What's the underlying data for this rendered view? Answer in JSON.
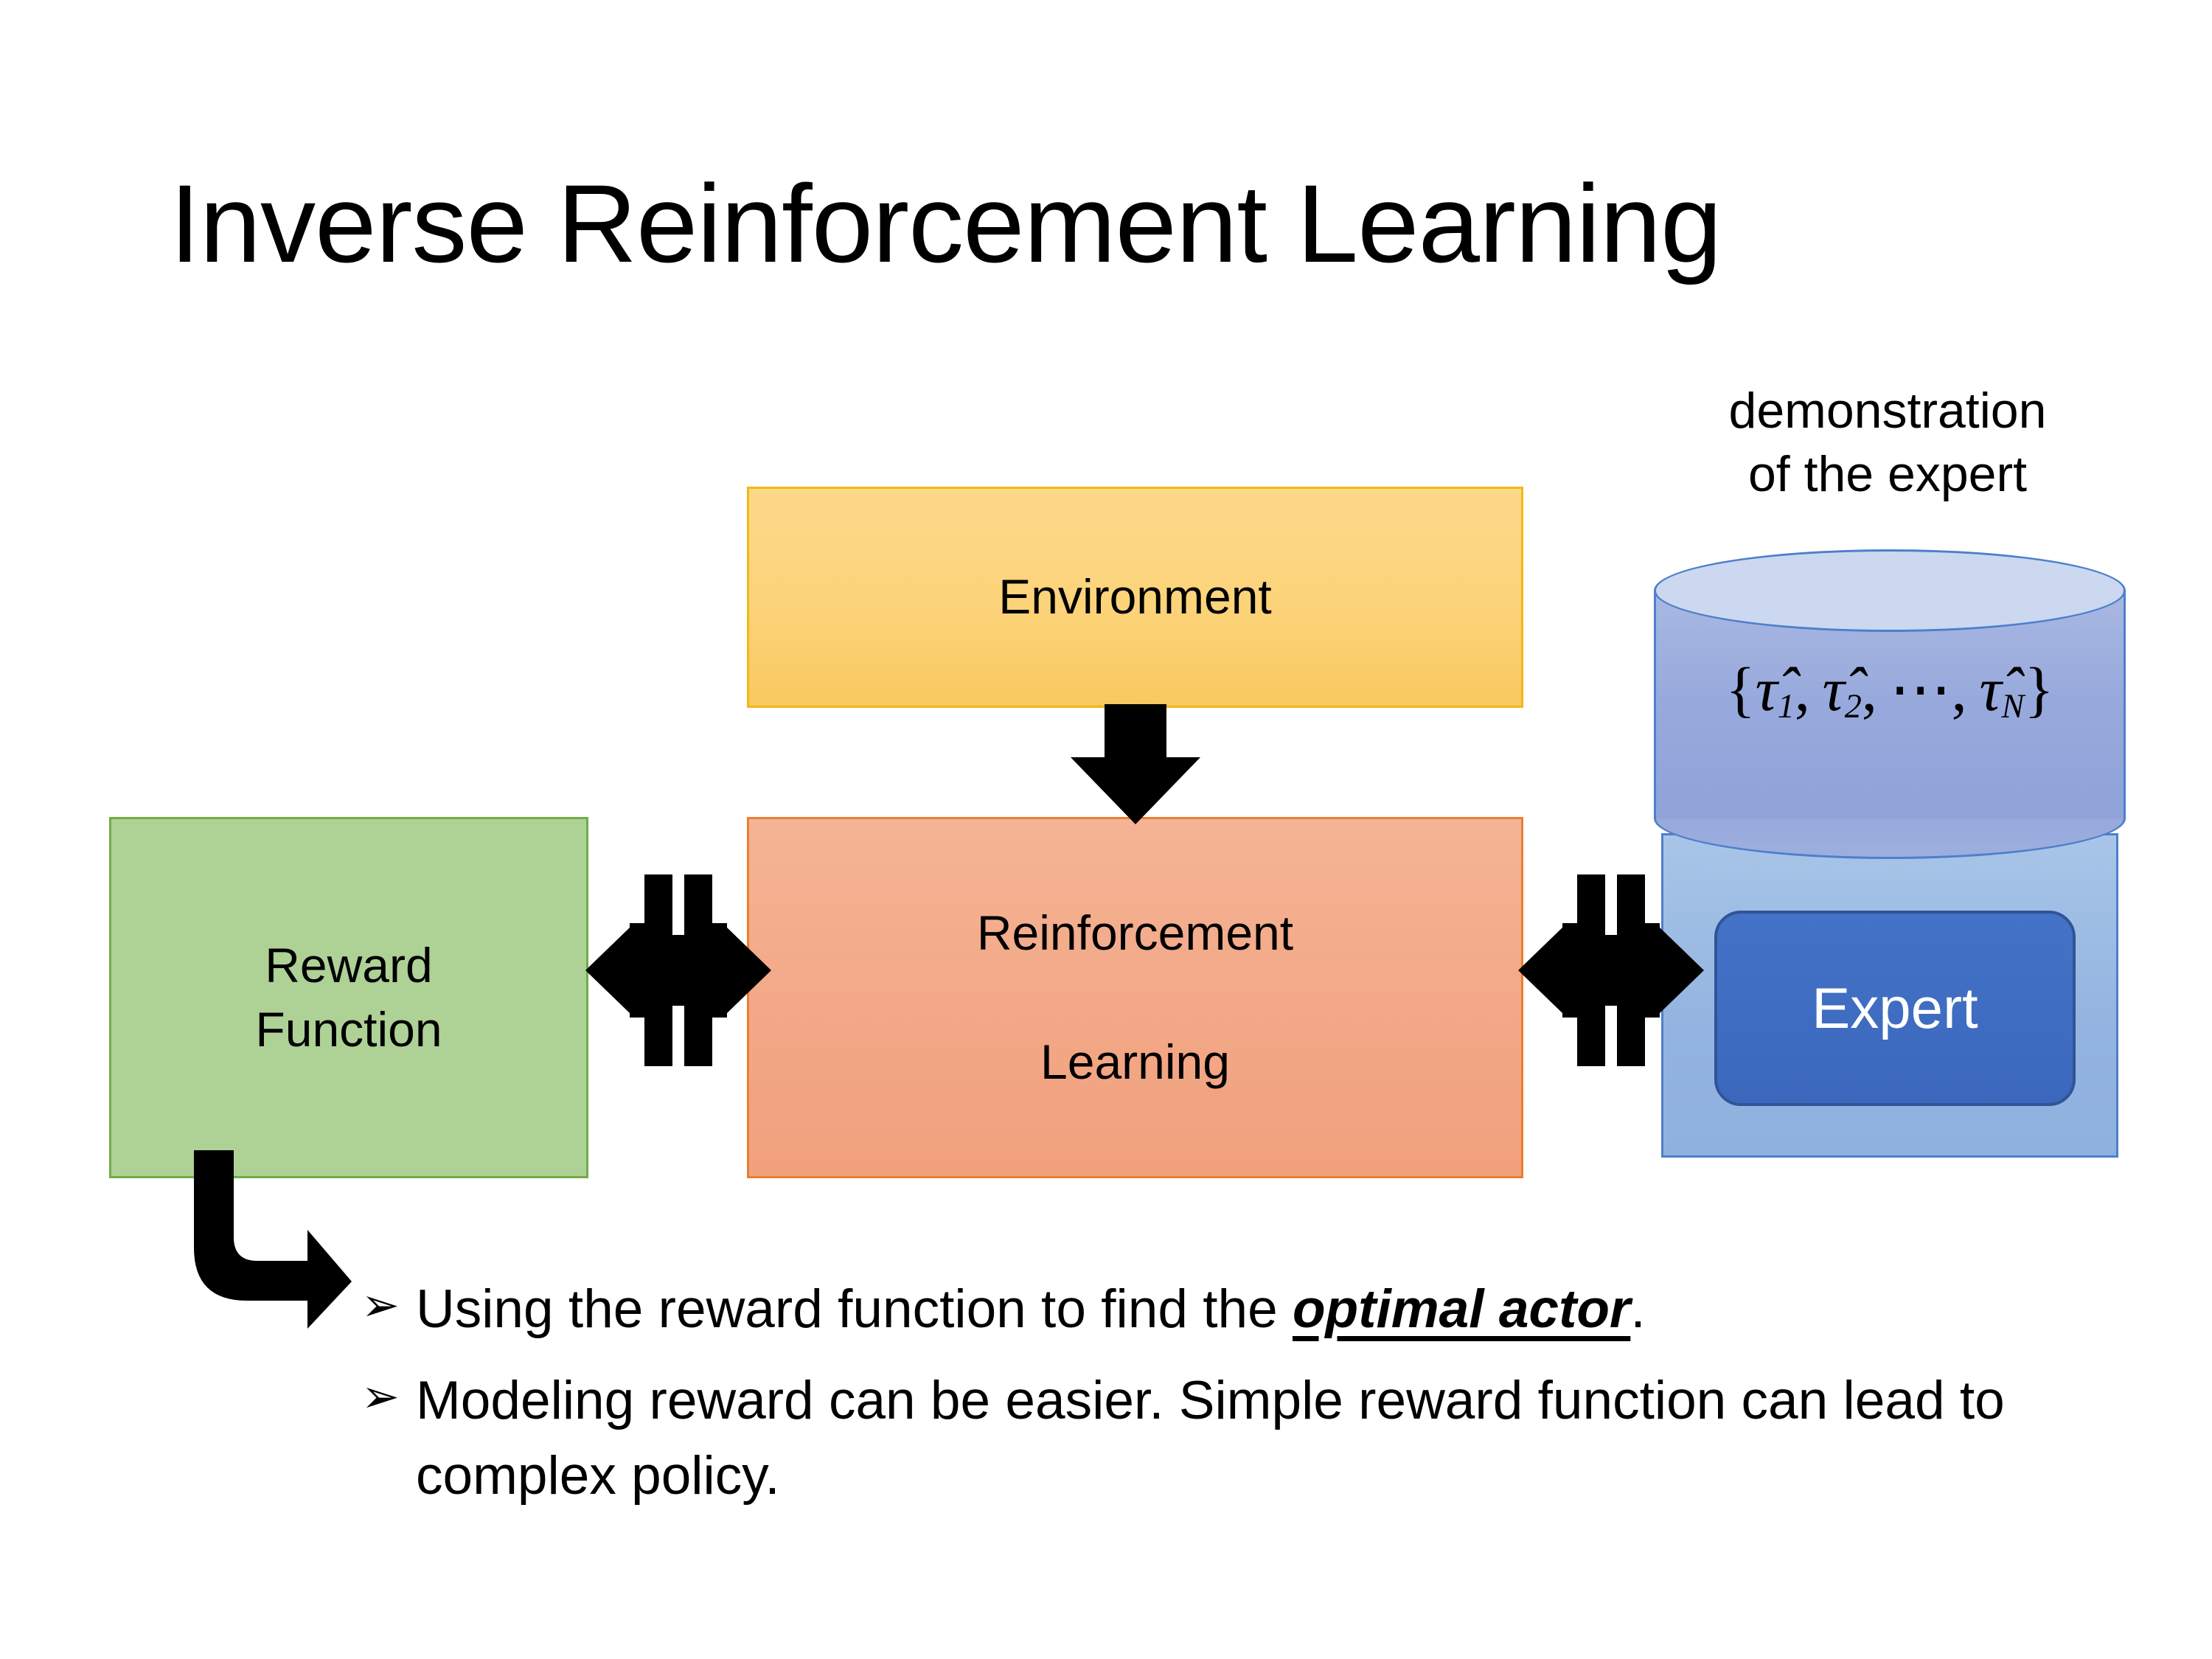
{
  "slide": {
    "title": "Inverse Reinforcement Learning",
    "background_color": "#FFFFFF"
  },
  "diagram": {
    "boxes": [
      {
        "id": "environment",
        "label": "Environment",
        "fill": "#FCD379",
        "border": "#F3B717",
        "text_color": "#000000"
      },
      {
        "id": "reward-function",
        "label_line1": "Reward",
        "label_line2": "Function",
        "fill": "#AED196",
        "border": "#70AD47",
        "text_color": "#000000"
      },
      {
        "id": "reinforcement-learning",
        "label_line1": "Reinforcement",
        "label_line2": "Learning",
        "fill": "#F3AA89",
        "border": "#ED7D31",
        "text_color": "#000000"
      }
    ],
    "expert_group": {
      "caption_line1": "demonstration",
      "caption_line2": "of the expert",
      "cylinder": {
        "formula_open": "{",
        "formula_tau": "τ̂",
        "sub_1": "1",
        "sub_2": "2",
        "sub_n": "N",
        "ellipsis": "⋯",
        "comma": ",",
        "formula_close": "}",
        "formula_plain": "{τ̂1, τ̂2, ⋯, τ̂N}",
        "top_fill": "#CBD8F0",
        "body_fill": "#97A9DC",
        "stroke": "#4E7FCB"
      },
      "panel": {
        "fill": "#93B4E0",
        "border": "#4E7FCB"
      },
      "expert_button": {
        "label": "Expert",
        "fill": "#4372C6",
        "border": "#2F5597",
        "text_color": "#FFFFFF"
      }
    },
    "arrows": [
      {
        "id": "environment-to-rl",
        "kind": "down-arrow",
        "color": "#000000"
      },
      {
        "id": "reward-rl-bidirectional",
        "kind": "quad-arrow",
        "color": "#000000"
      },
      {
        "id": "rl-expert-bidirectional",
        "kind": "quad-arrow",
        "color": "#000000"
      },
      {
        "id": "reward-to-bullets",
        "kind": "elbow-arrow",
        "color": "#000000"
      }
    ]
  },
  "bullets": {
    "marker": "➢",
    "items": [
      {
        "prefix": "Using the reward function to find the ",
        "emphasis": "optimal actor",
        "suffix": "."
      },
      {
        "prefix": "Modeling reward can be easier. Simple reward function can lead to complex policy.",
        "emphasis": "",
        "suffix": ""
      }
    ]
  }
}
